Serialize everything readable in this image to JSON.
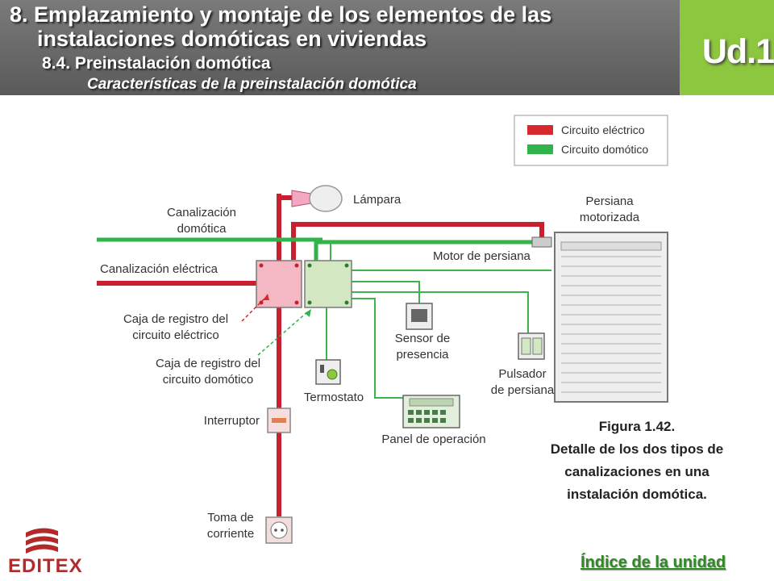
{
  "header": {
    "title_line1": "8. Emplazamiento y montaje de los elementos de las",
    "title_line2": "instalaciones domóticas en viviendas",
    "subtitle": "8.4. Preinstalación domótica",
    "section": "Características de la preinstalación domótica",
    "unit_badge": "Ud.1",
    "badge_color": "#8dc63f"
  },
  "legend": {
    "electric": "Circuito eléctrico",
    "domotic": "Circuito domótico",
    "electric_color": "#d8282f",
    "domotic_color": "#2fb34a"
  },
  "labels": {
    "lampara": "Lámpara",
    "persiana_line1": "Persiana",
    "persiana_line2": "motorizada",
    "canal_domotica_line1": "Canalización",
    "canal_domotica_line2": "domótica",
    "canal_electrica": "Canalización eléctrica",
    "motor_persiana": "Motor de persiana",
    "caja_electrico_line1": "Caja de registro del",
    "caja_electrico_line2": "circuito eléctrico",
    "caja_domotico_line1": "Caja de registro del",
    "caja_domotico_line2": "circuito domótico",
    "sensor_line1": "Sensor de",
    "sensor_line2": "presencia",
    "pulsador_line1": "Pulsador",
    "pulsador_line2": "de persiana",
    "termostato": "Termostato",
    "interruptor": "Interruptor",
    "panel": "Panel de operación",
    "toma_line1": "Toma de",
    "toma_line2": "corriente"
  },
  "caption": {
    "line1": "Figura 1.42.",
    "line2": "Detalle de los dos tipos de",
    "line3": "canalizaciones en una",
    "line4": "instalación domótica."
  },
  "footer": {
    "logo": "EDITEX",
    "index_link": "Índice de la unidad"
  }
}
